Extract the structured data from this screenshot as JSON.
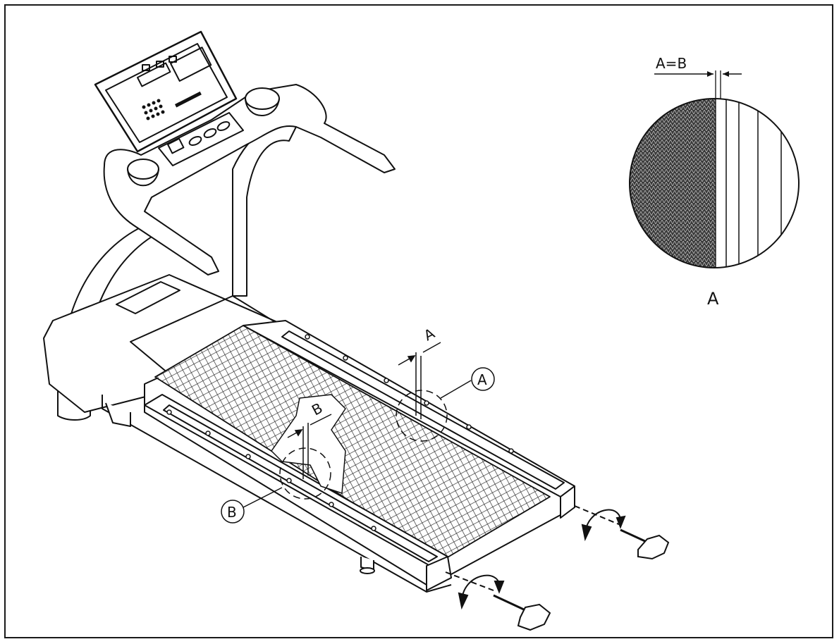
{
  "detail": {
    "equation": "A=B",
    "caption": "A"
  },
  "labels": {
    "gap_a": "A",
    "gap_b": "B",
    "callout_a": "A",
    "callout_b": "B"
  },
  "colors": {
    "line": "#111111",
    "background": "#ffffff"
  },
  "icons": [
    "treadmill-drawing",
    "hex-key-icon",
    "rotation-arrow-icon"
  ]
}
